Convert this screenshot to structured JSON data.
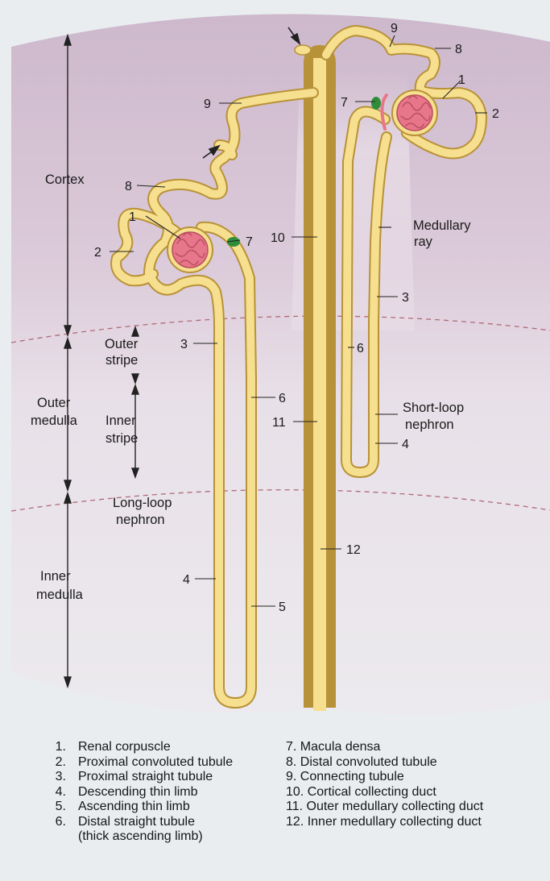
{
  "zones": {
    "cortex": "Cortex",
    "outer_medulla": [
      "Outer",
      "medulla"
    ],
    "inner_medulla": [
      "Inner",
      "medulla"
    ],
    "outer_stripe": [
      "Outer",
      "stripe"
    ],
    "inner_stripe": [
      "Inner",
      "stripe"
    ]
  },
  "labels": {
    "medullary_ray": [
      "Medullary",
      "ray"
    ],
    "short_loop": [
      "Short-loop",
      "nephron"
    ],
    "long_loop": [
      "Long-loop",
      "nephron"
    ]
  },
  "callouts": {
    "long": [
      "1",
      "2",
      "3",
      "4",
      "5",
      "6",
      "7",
      "8",
      "9"
    ],
    "duct": [
      "10",
      "11",
      "12"
    ],
    "short": [
      "1",
      "2",
      "3",
      "4",
      "6",
      "7",
      "8",
      "9"
    ]
  },
  "legend": {
    "left": [
      {
        "num": "1.",
        "text": "Renal corpuscle"
      },
      {
        "num": "2.",
        "text": "Proximal convoluted tubule"
      },
      {
        "num": "3.",
        "text": "Proximal straight tubule"
      },
      {
        "num": "4.",
        "text": "Descending thin limb"
      },
      {
        "num": "5.",
        "text": "Ascending thin limb"
      },
      {
        "num": "6.",
        "text": "Distal straight tubule"
      }
    ],
    "left_note": "(thick ascending limb)",
    "right": [
      {
        "num": "7.",
        "text": "Macula densa"
      },
      {
        "num": "8.",
        "text": "Distal convoluted tubule"
      },
      {
        "num": "9.",
        "text": "Connecting tubule"
      },
      {
        "num": "10.",
        "text": "Cortical collecting duct"
      },
      {
        "num": "11.",
        "text": "Outer medullary collecting duct"
      },
      {
        "num": "12.",
        "text": "Inner medullary collecting duct"
      }
    ]
  },
  "colors": {
    "tubule": "#f6df8e",
    "tubule_outline": "#b89238",
    "cortex": "#d8c6d6",
    "outer_medulla": "#e6dde5",
    "inner_medulla": "#ebe8ed",
    "boundary": "#b06a76",
    "glomerulus": "#e8768a",
    "macula_densa": "#2f8d3a"
  }
}
